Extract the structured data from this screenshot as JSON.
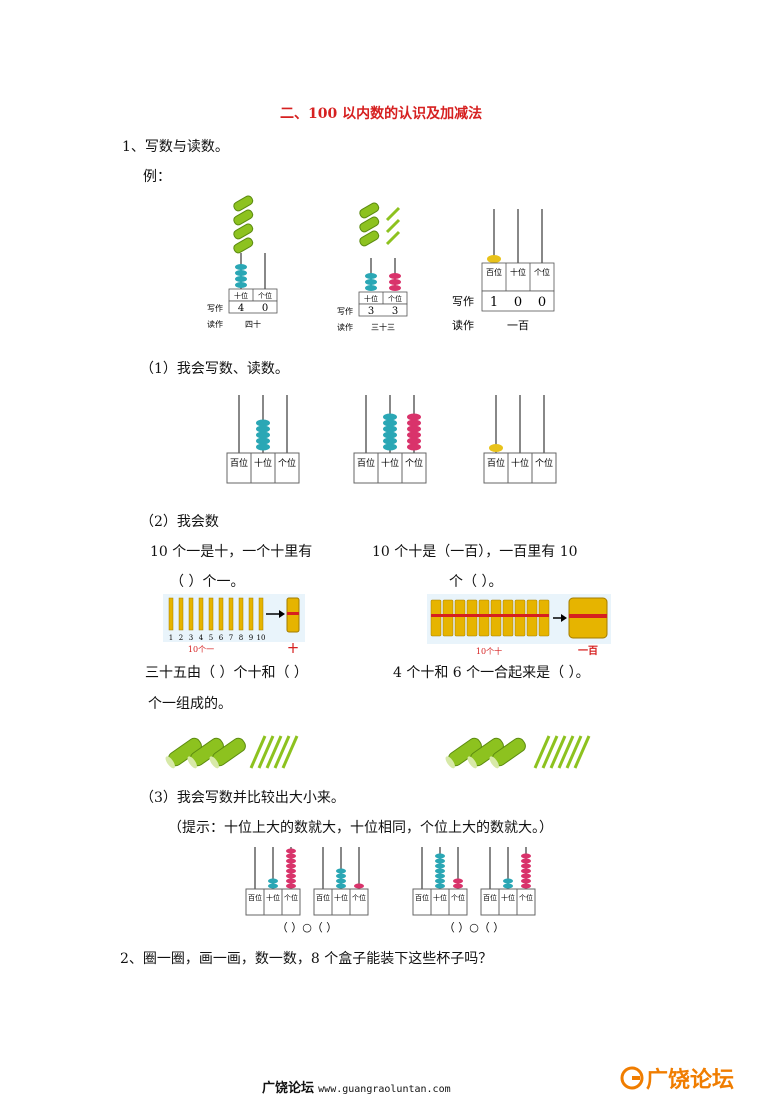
{
  "title": "二、100 以内数的认识及加减法",
  "section1": {
    "heading": "1、写数与读数。",
    "example_label": "例：",
    "examples": [
      {
        "tens_label": "十位",
        "ones_label": "个位",
        "write_label": "写作",
        "read_label": "读作",
        "digits": [
          "4",
          "0"
        ],
        "read": "四十"
      },
      {
        "tens_label": "十位",
        "ones_label": "个位",
        "write_label": "写作",
        "read_label": "读作",
        "digits": [
          "3",
          "3"
        ],
        "read": "三十三"
      },
      {
        "hundreds_label": "百位",
        "tens_label": "十位",
        "ones_label": "个位",
        "write_label": "写作",
        "read_label": "读作",
        "digits": [
          "1",
          "0",
          "0"
        ],
        "read": "一百"
      }
    ],
    "part1": {
      "heading": "（1）我会写数、读数。",
      "place_labels": [
        "百位",
        "十位",
        "个位"
      ]
    },
    "part2": {
      "heading": "（2）我会数",
      "left_line1": "10 个一是十，一个十里有",
      "left_line2": "（    ）个一。",
      "right_line1": "10  个十是（一百），一百里有 10",
      "right_line2": "个（   ）。",
      "counting_numbers": [
        "1",
        "2",
        "3",
        "4",
        "5",
        "6",
        "7",
        "8",
        "9",
        "10"
      ],
      "ten_ones_caption": "10个一",
      "ten_caption": "十",
      "ten_tens_caption": "10个十",
      "hundred_caption": "一百",
      "q3_line1": "三十五由（  ）个十和（  ）",
      "q3_line2": "个一组成的。",
      "q4_line": "4 个十和 6 个一合起来是（    ）。"
    },
    "part3": {
      "heading": "（3）我会写数并比较出大小来。",
      "hint": "（提示：十位上大的数就大，十位相同，个位上大的数就大。）",
      "compare_blank": "（ ）○（ ）"
    }
  },
  "section2": {
    "heading": "2、圈一圈，画一画，数一数，8 个盒子能装下这些杯子吗？"
  },
  "footer": {
    "site_name": "广饶论坛",
    "url": "www.guangraoluntan.com",
    "logo_text": "广饶论坛"
  },
  "colors": {
    "title": "#d62020",
    "teal": "#2aa7b5",
    "pink": "#d9336b",
    "green": "#8dc21f",
    "yellow": "#e8c21a",
    "stick": "#e6b400"
  }
}
